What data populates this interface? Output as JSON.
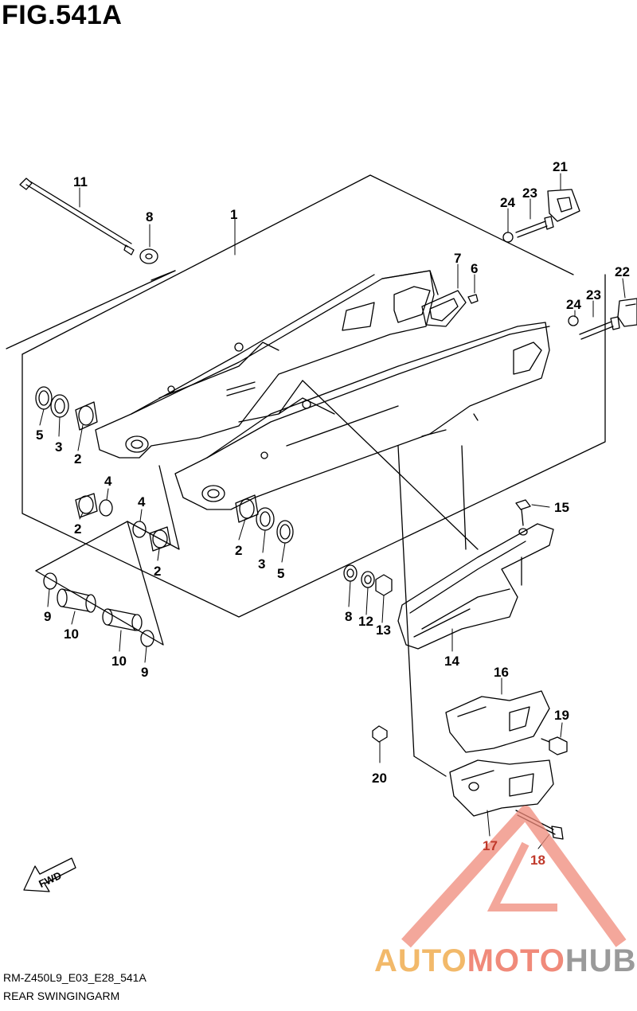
{
  "figure": {
    "title": "FIG.541A"
  },
  "footer": {
    "code": "RM-Z450L9_E03_E28_541A",
    "name": "REAR SWINGINGARM"
  },
  "fwd_label": "FWD",
  "watermark": {
    "part_a": "AUTO",
    "part_b": "MOTO",
    "part_c": "HUB"
  },
  "colors": {
    "line": "#000000",
    "callout_red": "#c0392b",
    "watermark_orange": "#f2b96a",
    "watermark_red": "#f08a7a",
    "watermark_gray": "#9a9a9a"
  },
  "callouts": [
    {
      "id": "c11",
      "text": "11"
    },
    {
      "id": "c8a",
      "text": "8"
    },
    {
      "id": "c1",
      "text": "1"
    },
    {
      "id": "c7",
      "text": "7"
    },
    {
      "id": "c6",
      "text": "6"
    },
    {
      "id": "c21",
      "text": "21"
    },
    {
      "id": "c24a",
      "text": "24"
    },
    {
      "id": "c23a",
      "text": "23"
    },
    {
      "id": "c22",
      "text": "22"
    },
    {
      "id": "c24b",
      "text": "24"
    },
    {
      "id": "c23b",
      "text": "23"
    },
    {
      "id": "c5a",
      "text": "5"
    },
    {
      "id": "c3a",
      "text": "3"
    },
    {
      "id": "c2a",
      "text": "2"
    },
    {
      "id": "c4a",
      "text": "4"
    },
    {
      "id": "c2b",
      "text": "2"
    },
    {
      "id": "c4b",
      "text": "4"
    },
    {
      "id": "c2c",
      "text": "2"
    },
    {
      "id": "c2d",
      "text": "2"
    },
    {
      "id": "c3b",
      "text": "3"
    },
    {
      "id": "c5b",
      "text": "5"
    },
    {
      "id": "c15",
      "text": "15"
    },
    {
      "id": "c9a",
      "text": "9"
    },
    {
      "id": "c10a",
      "text": "10"
    },
    {
      "id": "c10b",
      "text": "10"
    },
    {
      "id": "c9b",
      "text": "9"
    },
    {
      "id": "c8b",
      "text": "8"
    },
    {
      "id": "c12",
      "text": "12"
    },
    {
      "id": "c13",
      "text": "13"
    },
    {
      "id": "c14",
      "text": "14"
    },
    {
      "id": "c16",
      "text": "16"
    },
    {
      "id": "c19",
      "text": "19"
    },
    {
      "id": "c20",
      "text": "20"
    },
    {
      "id": "c17",
      "text": "17"
    },
    {
      "id": "c18",
      "text": "18"
    }
  ]
}
